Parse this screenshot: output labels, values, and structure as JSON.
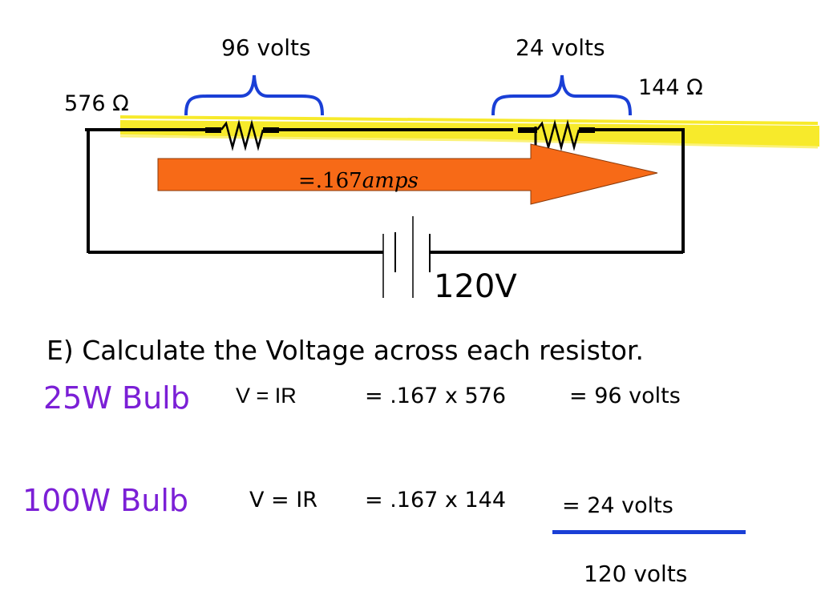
{
  "circuit": {
    "resistor1_label": "576 Ω",
    "resistor2_label": "144 Ω",
    "voltage1_label": "96 volts",
    "voltage2_label": "24 volts",
    "current_value": "=.167",
    "current_unit": "amps",
    "battery_label": "120V"
  },
  "question": "E) Calculate the Voltage across each resistor.",
  "rows": [
    {
      "name": "25W Bulb",
      "formula": "V = IR",
      "substitution": "= .167 x  576",
      "result": "= 96 volts"
    },
    {
      "name": "100W Bulb",
      "formula": "V = IR",
      "substitution": "= .167 x  144",
      "result": "= 24 volts"
    }
  ],
  "sum_total": "120 volts",
  "colors": {
    "bulb_text": "#7b1fd6",
    "brace": "#1a3fd6",
    "arrow": "#f76a17",
    "highlight": "#f7ea2b",
    "sum_line": "#1a3fd6"
  }
}
